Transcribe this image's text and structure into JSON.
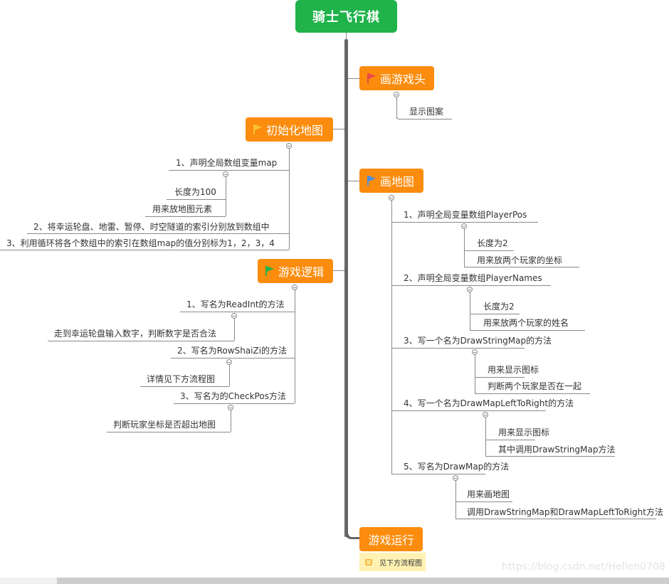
{
  "root": {
    "title": "骑士飞行棋",
    "color": "#1fb34a"
  },
  "topic_color": "#fb8c0d",
  "topics": {
    "draw_header": {
      "label": "画游戏头",
      "flag_color": "#e94b4b",
      "children": [
        "显示图案"
      ]
    },
    "init_map": {
      "label": "初始化地图",
      "flag_color": "#f9c233",
      "item1": "1、声明全局数组变量map",
      "item1_children": [
        "长度为100",
        "用来放地图元素"
      ],
      "item2": "2、将幸运轮盘、地雷、暂停、时空隧道的索引分别放到数组中",
      "item3": "3、利用循环将各个数组中的索引在数组map的值分别标为1，2，3，4"
    },
    "draw_map": {
      "label": "画地图",
      "flag_color": "#4a90e2",
      "items": [
        {
          "label": "1、声明全局变量数组PlayerPos",
          "children": [
            "长度为2",
            "用来放两个玩家的坐标"
          ]
        },
        {
          "label": "2、声明全局变量数组PlayerNames",
          "children": [
            "长度为2",
            "用来放两个玩家的姓名"
          ]
        },
        {
          "label": "3、写一个名为DrawStringMap的方法",
          "children": [
            "用来显示图标",
            "判断两个玩家是否在一起"
          ]
        },
        {
          "label": "4、写一个名为DrawMapLeftToRight的方法",
          "children": [
            "用来显示图标",
            "其中调用DrawStringMap方法"
          ]
        },
        {
          "label": "5、写名为DrawMap的方法",
          "children": [
            "用来画地图",
            "调用DrawStringMap和DrawMapLeftToRight方法"
          ]
        }
      ]
    },
    "game_logic": {
      "label": "游戏逻辑",
      "flag_color": "#2bb24c",
      "items": [
        {
          "label": "1、写名为ReadInt的方法",
          "children": [
            "走到幸运轮盘输入数字，判断数字是否合法"
          ]
        },
        {
          "label": "2、写名为RowShaiZi的方法",
          "children": [
            "详情见下方流程图"
          ]
        },
        {
          "label": "3、写名为的CheckPos方法",
          "children": [
            "判断玩家坐标是否超出地图"
          ]
        }
      ]
    },
    "game_run": {
      "label": "游戏运行",
      "note": "见下方流程图"
    }
  },
  "watermark": "https://blog.csdn.net/Hellen0708"
}
